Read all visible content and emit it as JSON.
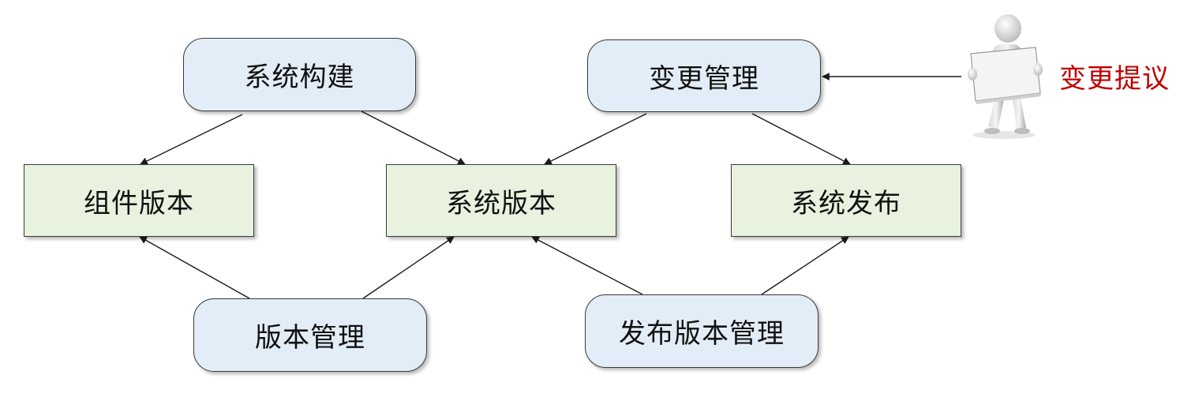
{
  "nodes": {
    "system_build": "系统构建",
    "change_management": "变更管理",
    "component_version": "组件版本",
    "system_version": "系统版本",
    "system_release": "系统发布",
    "version_management": "版本管理",
    "release_version_management": "发布版本管理"
  },
  "actor": {
    "label": "变更提议",
    "icon": "person-holding-sign-icon",
    "label_color": "#c00000"
  },
  "colors": {
    "process_fill": "#e3edf8",
    "artifact_fill": "#e8f2de",
    "stroke": "#3a3a3a"
  },
  "edges": [
    {
      "from": "system_build",
      "to": "component_version"
    },
    {
      "from": "system_build",
      "to": "system_version"
    },
    {
      "from": "change_management",
      "to": "system_version"
    },
    {
      "from": "change_management",
      "to": "system_release"
    },
    {
      "from": "version_management",
      "to": "component_version"
    },
    {
      "from": "version_management",
      "to": "system_version"
    },
    {
      "from": "release_version_management",
      "to": "system_version"
    },
    {
      "from": "release_version_management",
      "to": "system_release"
    },
    {
      "from": "change_proposal",
      "to": "change_management"
    }
  ]
}
